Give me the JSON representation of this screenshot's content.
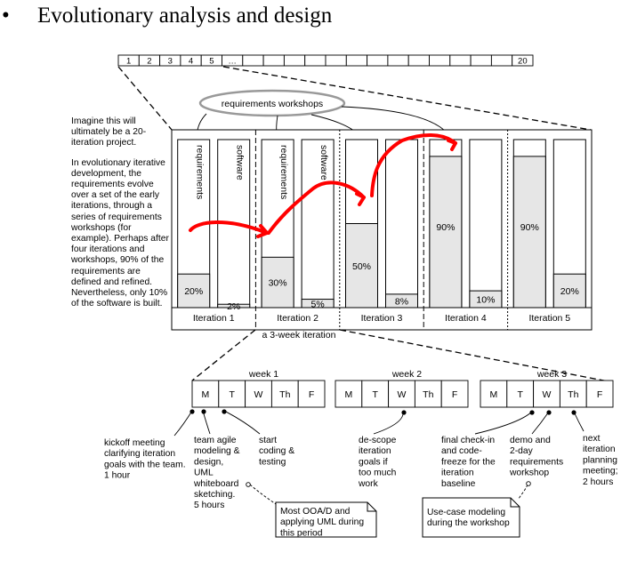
{
  "title": "Evolutionary analysis and design",
  "bullet": "•",
  "timeline": {
    "labels": [
      "1",
      "2",
      "3",
      "4",
      "5",
      "…",
      "",
      "",
      "",
      "",
      "",
      "",
      "",
      "",
      "",
      "",
      "",
      "",
      "",
      "20"
    ]
  },
  "workshops_label": "requirements workshops",
  "intro": {
    "paragraph1": "Imagine this will ultimately be a 20-iteration project.",
    "paragraph2": "In evolutionary iterative development, the requirements evolve over a set of the early iterations, through a series of requirements workshops (for example). Perhaps after four iterations and workshops, 90% of the requirements are defined and refined. Nevertheless, only 10% of the software is built."
  },
  "bar_labels": {
    "requirements": "requirements",
    "software": "software"
  },
  "iterations": [
    {
      "label": "Iteration 1",
      "requirements": 20,
      "software": 2,
      "req_label": "20%",
      "sw_label": "2%"
    },
    {
      "label": "Iteration 2",
      "requirements": 30,
      "software": 5,
      "req_label": "30%",
      "sw_label": "5%"
    },
    {
      "label": "Iteration 3",
      "requirements": 50,
      "software": 8,
      "req_label": "50%",
      "sw_label": "8%"
    },
    {
      "label": "Iteration 4",
      "requirements": 90,
      "software": 10,
      "req_label": "90%",
      "sw_label": "10%"
    },
    {
      "label": "Iteration 5",
      "requirements": 90,
      "software": 20,
      "req_label": "90%",
      "sw_label": "20%"
    }
  ],
  "three_week_label": "a 3-week iteration",
  "weeks": [
    {
      "label": "week 1",
      "days": [
        "M",
        "T",
        "W",
        "Th",
        "F"
      ]
    },
    {
      "label": "week 2",
      "days": [
        "M",
        "T",
        "W",
        "Th",
        "F"
      ]
    },
    {
      "label": "week 3",
      "days": [
        "M",
        "T",
        "W",
        "Th",
        "F"
      ]
    }
  ],
  "annotations": {
    "kickoff": [
      "kickoff meeting",
      "clarifying iteration",
      "goals with the team.",
      "1 hour"
    ],
    "team_modeling": [
      "team agile",
      "modeling &",
      "design,",
      "UML",
      "whiteboard",
      "sketching.",
      "5 hours"
    ],
    "start_coding": [
      "start",
      "coding &",
      "testing"
    ],
    "descope": [
      "de-scope",
      "iteration",
      "goals if",
      "too much",
      "work"
    ],
    "final_checkin": [
      "final check-in",
      "and code-",
      "freeze for the",
      "iteration",
      "baseline"
    ],
    "demo": [
      "demo and",
      "2-day",
      "requirements",
      "workshop"
    ],
    "next_planning": [
      "next",
      "iteration",
      "planning",
      "meeting;",
      "2 hours"
    ]
  },
  "notes": {
    "ooad": [
      "Most OOA/D and",
      "applying UML during",
      "this period"
    ],
    "usecase": [
      "Use-case modeling",
      "during the workshop"
    ]
  },
  "colors": {
    "fill": "#e6e6e6",
    "arrow": "#ff0000",
    "line": "#000000"
  }
}
